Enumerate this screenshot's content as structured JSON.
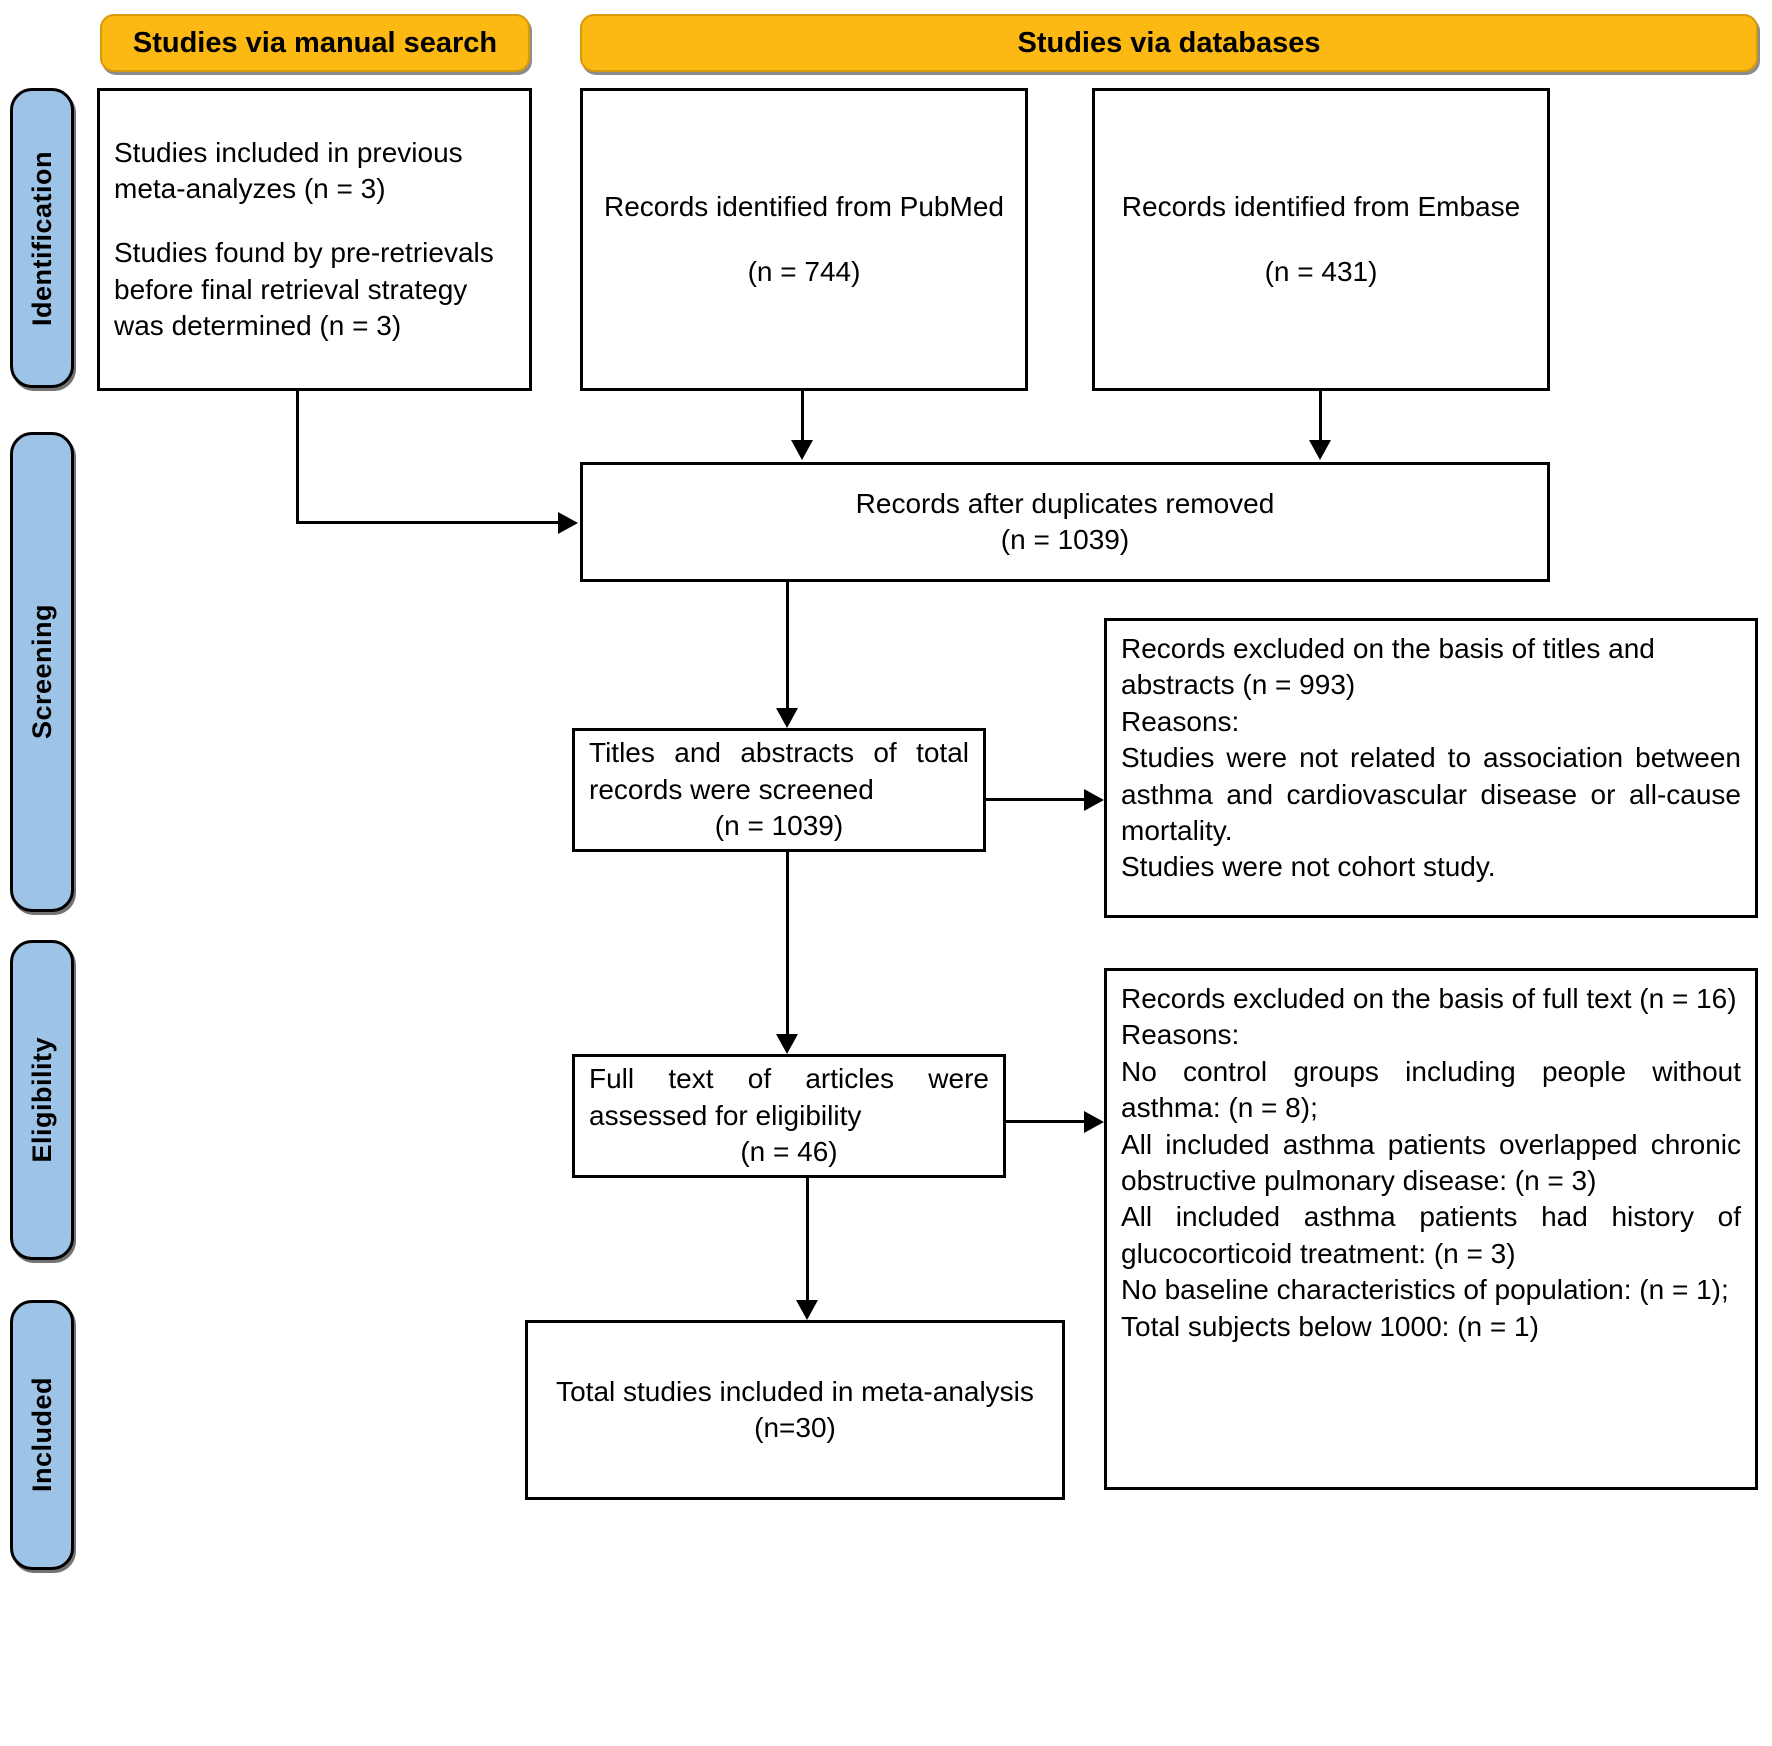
{
  "banners": [
    {
      "id": "manual-search",
      "label": "Studies via manual search"
    },
    {
      "id": "databases",
      "label": "Studies via databases"
    }
  ],
  "stages": [
    {
      "id": "identification",
      "label": "Identification"
    },
    {
      "id": "screening",
      "label": "Screening"
    },
    {
      "id": "eligibility",
      "label": "Eligibility"
    },
    {
      "id": "included",
      "label": "Included"
    }
  ],
  "boxes": {
    "manual": {
      "line1": "Studies included in previous",
      "line2": "meta-analyzes (n = 3)",
      "line3": "Studies found by pre-retrievals",
      "line4": "before final retrieval strategy",
      "line5": "was determined (n = 3)"
    },
    "pubmed": {
      "line1": "Records identified from PubMed",
      "line2": "(n = 744)"
    },
    "embase": {
      "line1": "Records identified from Embase",
      "line2": "(n = 431)"
    },
    "duplicates": {
      "line1": "Records after duplicates removed",
      "line2": "(n = 1039)"
    },
    "screened": {
      "line1": "Titles and abstracts of total records were screened",
      "line2": "(n = 1039)"
    },
    "excluded_titles": {
      "line1": "Records excluded on the basis of titles and abstracts (n = 993)",
      "line2": "Reasons:",
      "line3": "Studies were not related to association between asthma and cardiovascular disease or all-cause mortality.",
      "line4": "Studies were not cohort study."
    },
    "fulltext": {
      "line1": "Full text of articles were assessed  for eligibility",
      "line2": "(n = 46)"
    },
    "excluded_fulltext": {
      "line1": "Records excluded on the basis of full text (n = 16)",
      "line2": "Reasons:",
      "line3": "No control groups including people without asthma: (n = 8);",
      "line4": "All included asthma patients overlapped chronic obstructive pulmonary disease: (n = 3)",
      "line5": "All included asthma patients had history of glucocorticoid treatment: (n = 3)",
      "line6": "No baseline characteristics of population: (n = 1);",
      "line7": "Total subjects below 1000: (n = 1)"
    },
    "total": {
      "line1": "Total studies included in meta-analysis",
      "line2": "(n=30)"
    }
  },
  "colors": {
    "banner_fill": "#FCB813",
    "stage_fill": "#9DC3E6",
    "stroke": "#000000",
    "background": "#FFFFFF"
  }
}
